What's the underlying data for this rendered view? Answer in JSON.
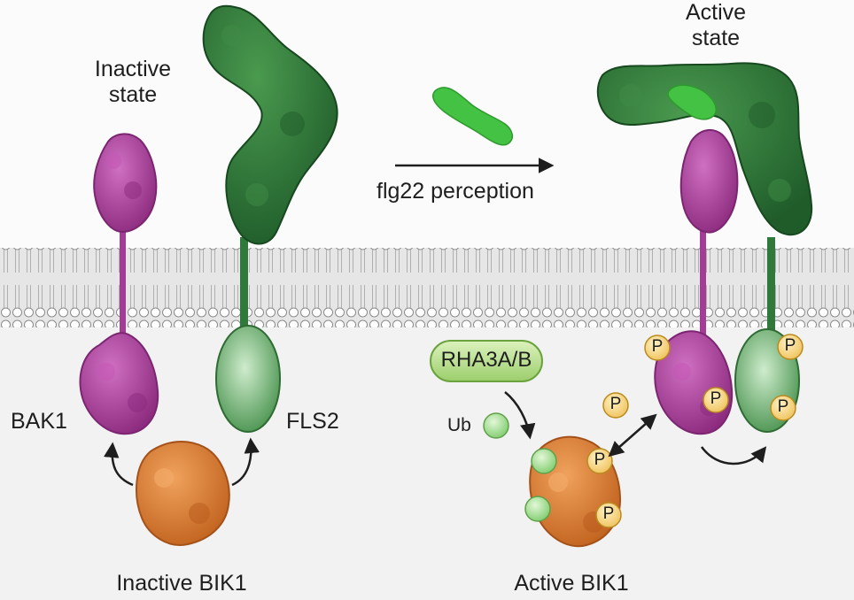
{
  "labels": {
    "inactive_state_line1": "Inactive",
    "inactive_state_line2": "state",
    "active_state_line1": "Active",
    "active_state_line2": "state",
    "perception": "flg22 perception",
    "bak1": "BAK1",
    "fls2": "FLS2",
    "rha": "RHA3A/B",
    "ub": "Ub",
    "phospho": "P",
    "inactive_bik1": "Inactive BIK1",
    "active_bik1": "Active BIK1"
  },
  "colors": {
    "bak1": "#a33c95",
    "fls2": "#2f7a3a",
    "fls2_domain": "#5aa75a",
    "bik1": "#d8752c",
    "flg22": "#44c244",
    "phospho_fill": "#f6d27a",
    "ub": "#9fd88f",
    "rha_fill": "#b4dc8a",
    "membrane": "#d9d9d9"
  }
}
